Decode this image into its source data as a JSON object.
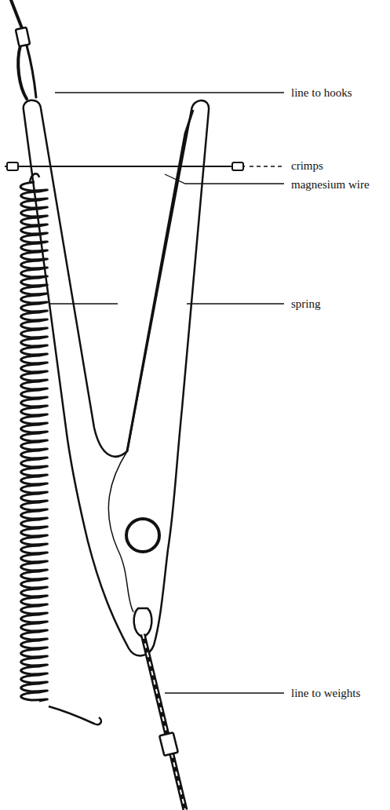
{
  "diagram": {
    "labels": [
      "line to hooks",
      "crimps",
      "magnesium wire",
      "spring",
      "line to weights"
    ]
  }
}
